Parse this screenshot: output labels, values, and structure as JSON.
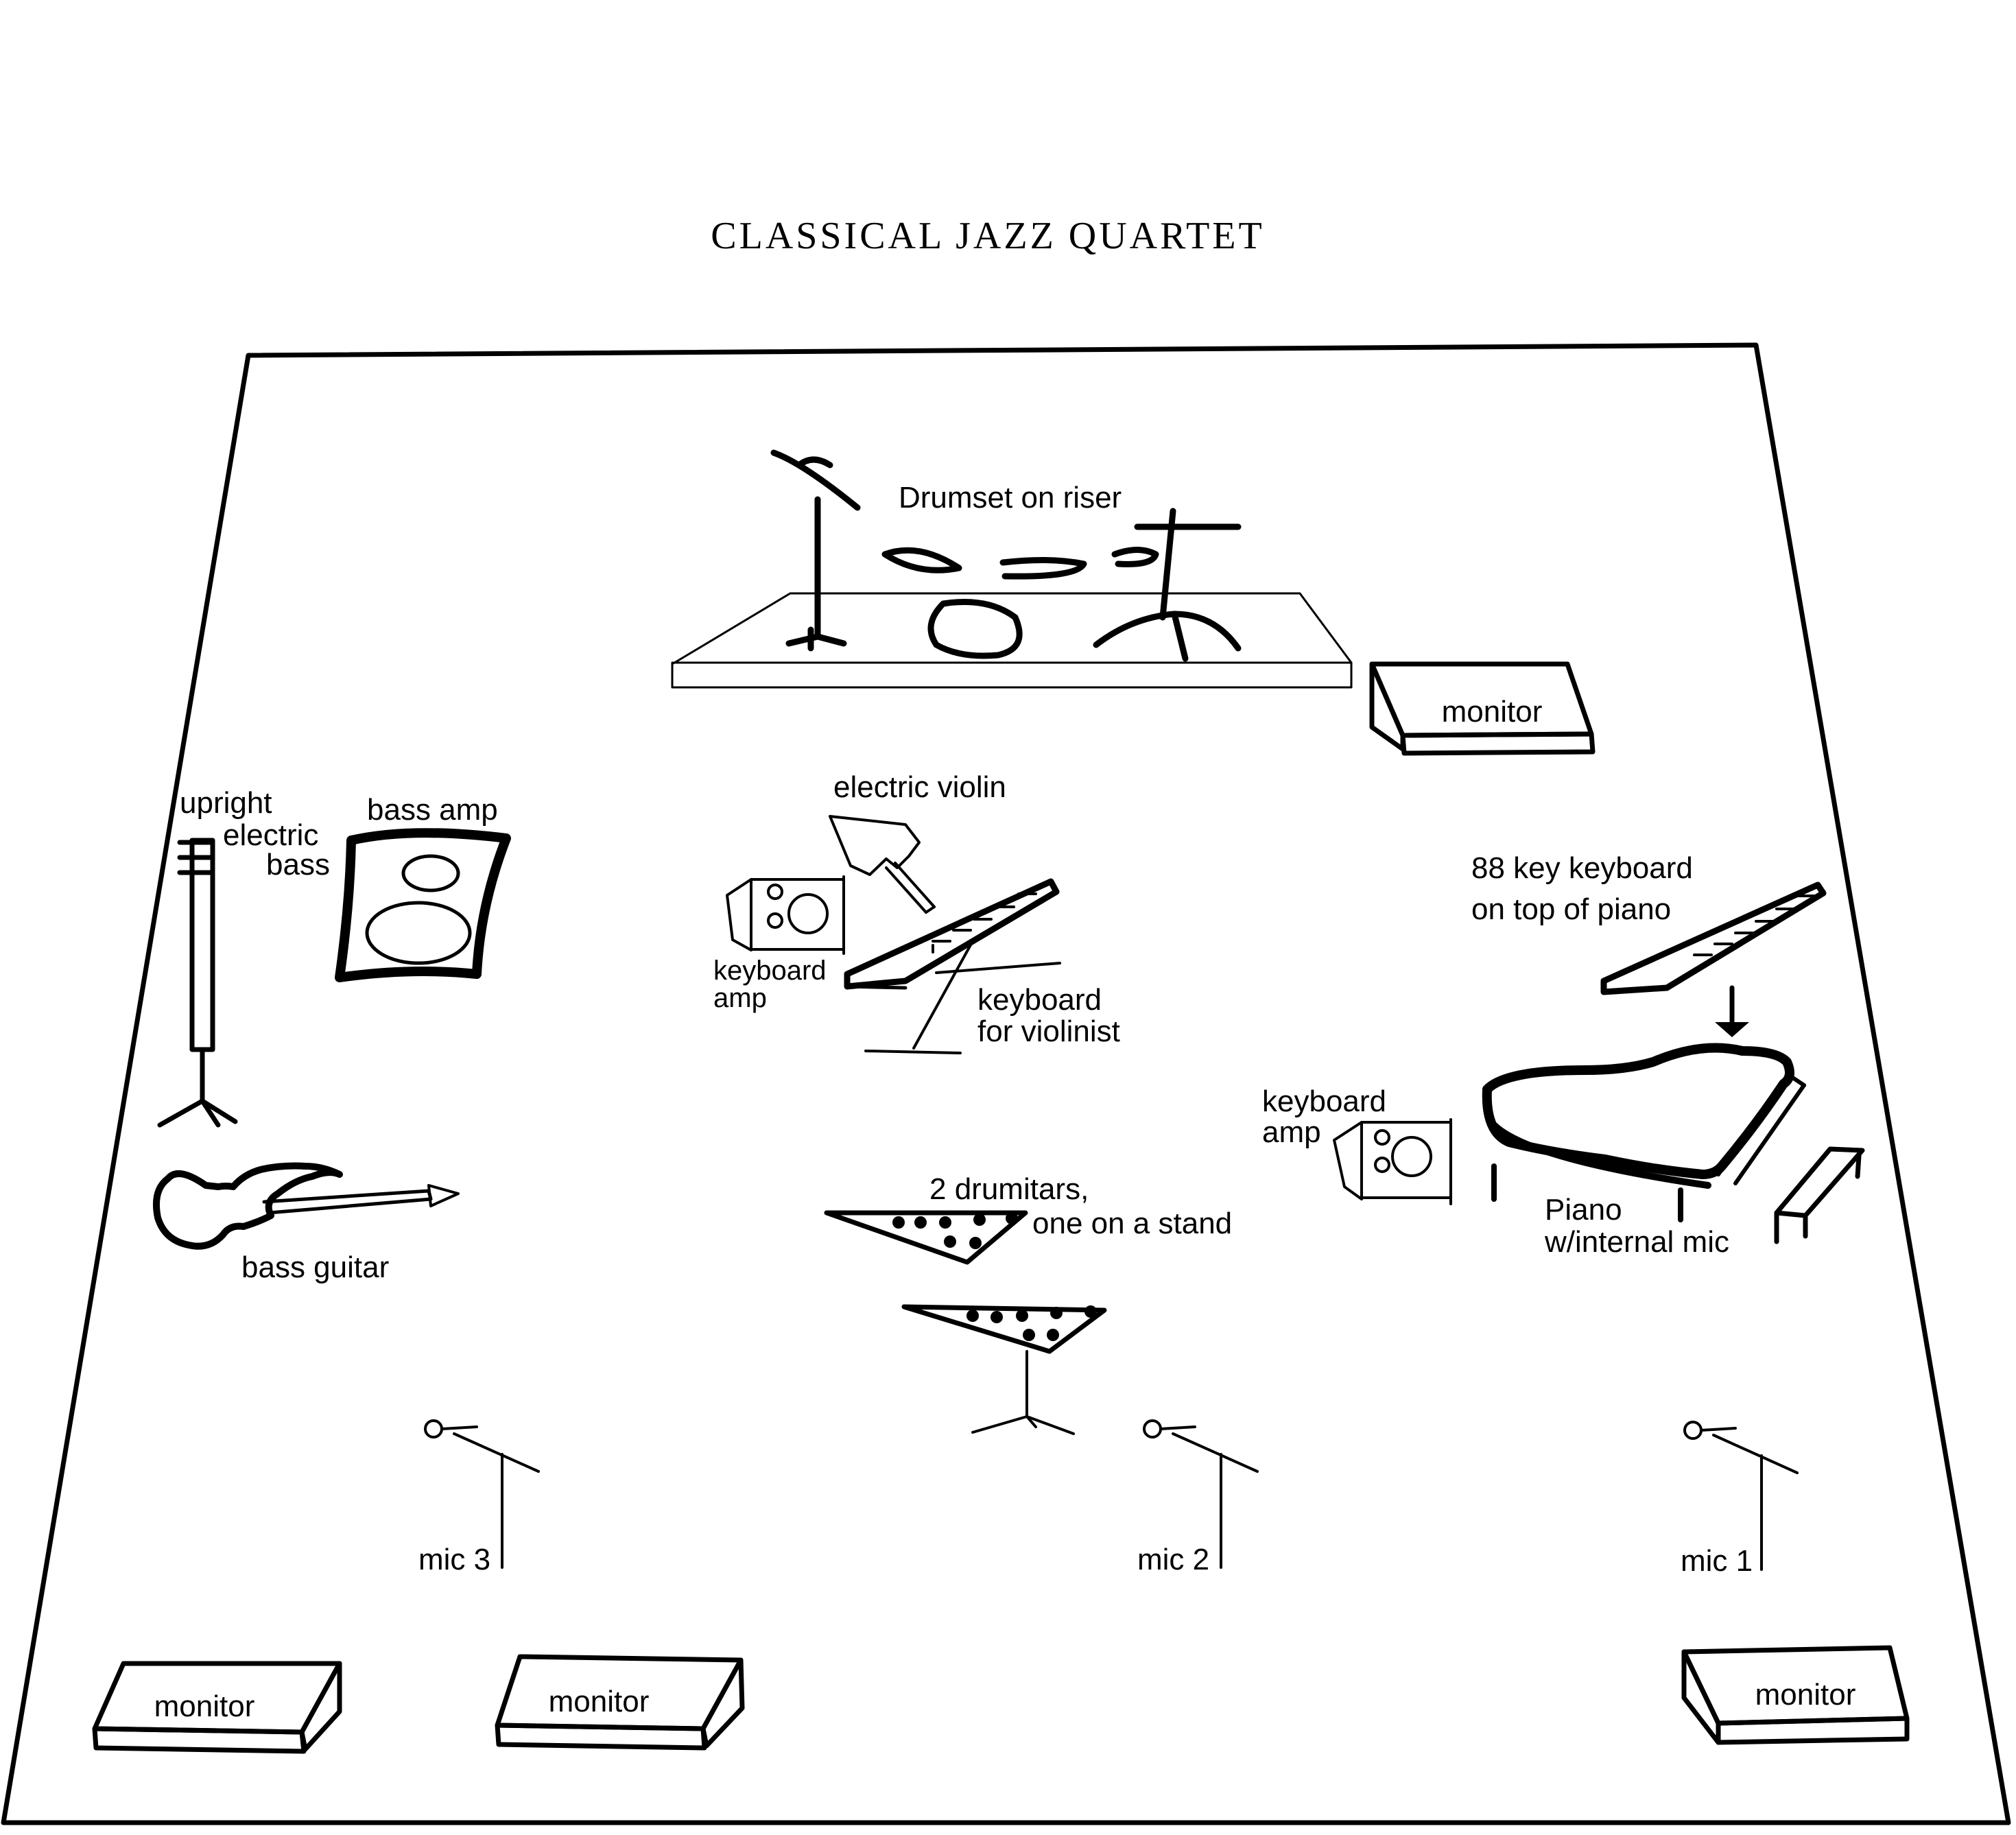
{
  "title": "CLASSICAL JAZZ QUARTET",
  "labels": {
    "drumset": "Drumset on riser",
    "monitor_top": "monitor",
    "electric_violin": "electric violin",
    "upright_line1": "upright",
    "upright_line2": "electric",
    "upright_line3": "bass",
    "bass_amp": "bass amp",
    "kb_amp_center_line1": "keyboard",
    "kb_amp_center_line2": "amp",
    "kb_violinist_line1": "keyboard",
    "kb_violinist_line2": "for violinist",
    "kb88_line1": "88 key keyboard",
    "kb88_line2": "on top of piano",
    "kb_amp_right_line1": "keyboard",
    "kb_amp_right_line2": "amp",
    "piano_line1": "Piano",
    "piano_line2": "w/internal mic",
    "drumitars_line1": "2 drumitars,",
    "drumitars_line2": "one on a stand",
    "bass_guitar": "bass guitar",
    "mic3": "mic 3",
    "mic2": "mic 2",
    "mic1": "mic 1",
    "monitor_bl": "monitor",
    "monitor_bc": "monitor",
    "monitor_br": "monitor"
  }
}
